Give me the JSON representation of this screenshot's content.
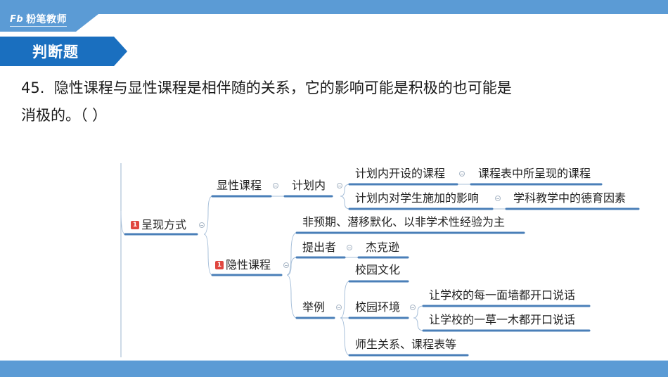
{
  "header": {
    "brand": "粉笔教师",
    "brand_mark": "Fb",
    "section_title": "判断题",
    "colors": {
      "topbar": "#5b9bd5",
      "banner": "#1a6fbf",
      "badge": "#e0463f",
      "connector": "#4a7fb8"
    }
  },
  "question": {
    "number": "45.",
    "line1": "隐性课程与显性课程是相伴随的关系，它的影响可能是积极的也可能是",
    "line2": "消极的。（ ）"
  },
  "mindmap": {
    "root": {
      "label": "呈现方式",
      "badge": "1"
    },
    "explicit": {
      "label": "显性课程",
      "child": {
        "label": "计划内",
        "children": [
          {
            "label": "计划内开设的课程",
            "detail": "课程表中所呈现的课程"
          },
          {
            "label": "计划内对学生施加的影响",
            "detail": "学科教学中的德育因素"
          }
        ]
      }
    },
    "hidden": {
      "label": "隐性课程",
      "badge": "1",
      "feature": "非预期、潜移默化、以非学术性经验为主",
      "proposer": {
        "label": "提出者",
        "value": "杰克逊"
      },
      "examples": {
        "label": "举例",
        "items": [
          {
            "label": "校园文化"
          },
          {
            "label": "校园环境",
            "children": [
              "让学校的每一面墙都开口说话",
              "让学校的一草一木都开口说话"
            ]
          },
          {
            "label": "师生关系、课程表等"
          }
        ]
      }
    }
  }
}
